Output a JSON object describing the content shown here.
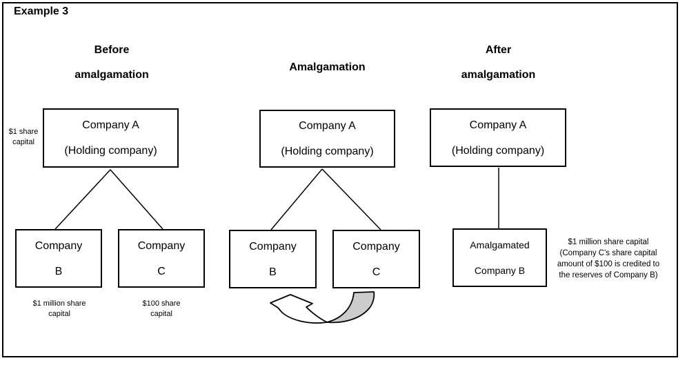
{
  "title": "Example 3",
  "colors": {
    "background": "#ffffff",
    "line": "#000000",
    "arrow_tail_fill": "#cccccc"
  },
  "before": {
    "header": [
      "Before",
      "amalgamation"
    ],
    "company_a": [
      "Company A",
      "(Holding company)"
    ],
    "company_a_note": [
      "$1 share",
      "capital"
    ],
    "company_b": [
      "Company",
      "B"
    ],
    "company_b_note": [
      "$1 million share",
      "capital"
    ],
    "company_c": [
      "Company",
      "C"
    ],
    "company_c_note": [
      "$100 share",
      "capital"
    ]
  },
  "during": {
    "header": [
      "Amalgamation"
    ],
    "company_a": [
      "Company A",
      "(Holding company)"
    ],
    "company_b": [
      "Company",
      "B"
    ],
    "company_c": [
      "Company",
      "C"
    ]
  },
  "after": {
    "header": [
      "After",
      "amalgamation"
    ],
    "company_a": [
      "Company A",
      "(Holding company)"
    ],
    "company_b": [
      "Amalgamated",
      "Company B"
    ],
    "note": [
      "$1 million share capital",
      "(Company C's share capital",
      "amount of $100 is credited to",
      "the reserves of Company B)"
    ]
  }
}
